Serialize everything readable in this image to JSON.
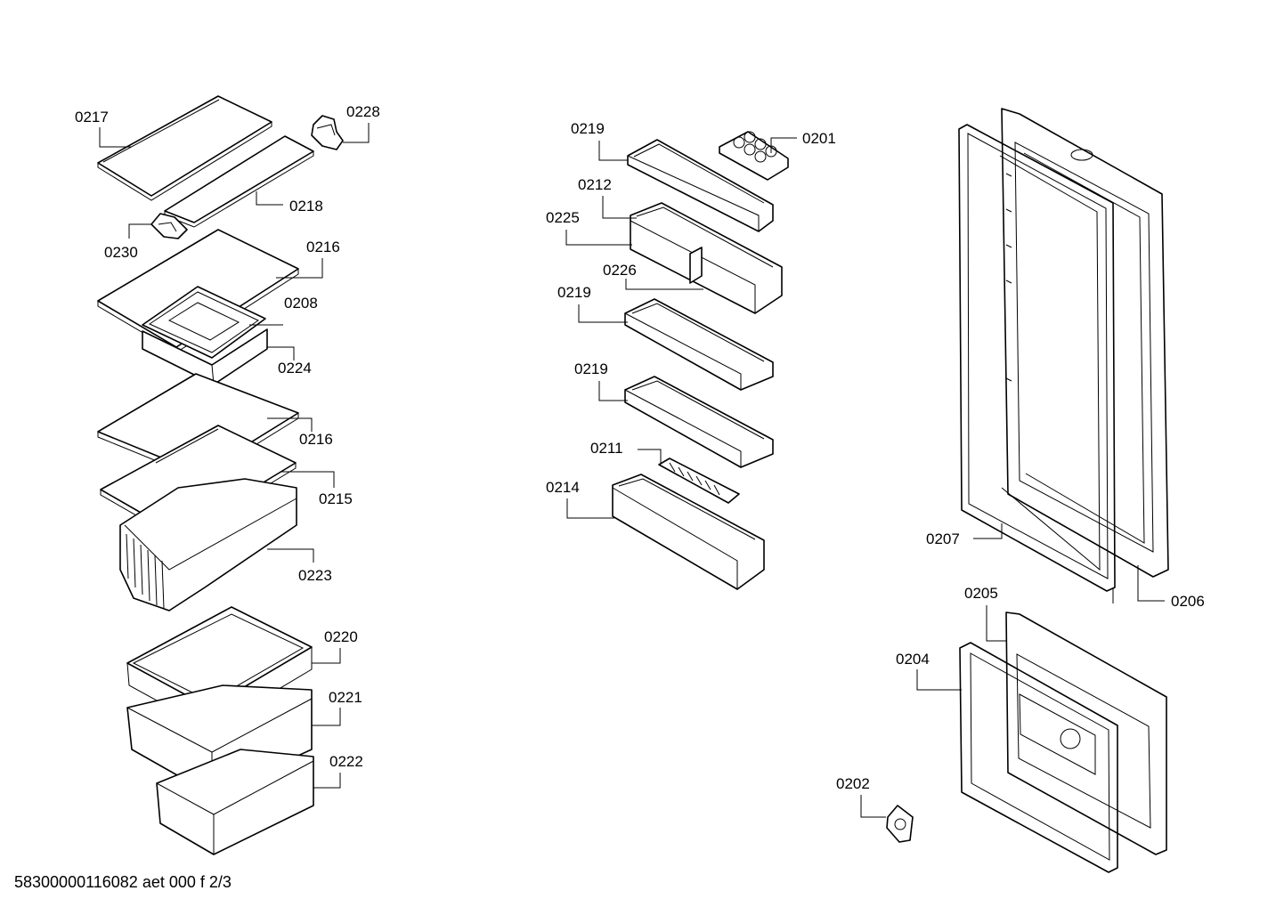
{
  "document_id": "58300000116082 aet 000 f 2/3",
  "part_labels": {
    "p0217": "0217",
    "p0228": "0228",
    "p0218": "0218",
    "p0230": "0230",
    "p0216a": "0216",
    "p0208": "0208",
    "p0224": "0224",
    "p0216b": "0216",
    "p0215": "0215",
    "p0223": "0223",
    "p0220": "0220",
    "p0221": "0221",
    "p0222": "0222",
    "p0219a": "0219",
    "p0201": "0201",
    "p0212": "0212",
    "p0225": "0225",
    "p0226": "0226",
    "p0219b": "0219",
    "p0219c": "0219",
    "p0211": "0211",
    "p0214": "0214",
    "p0207": "0207",
    "p0206": "0206",
    "p0205": "0205",
    "p0204": "0204",
    "p0202": "0202"
  }
}
